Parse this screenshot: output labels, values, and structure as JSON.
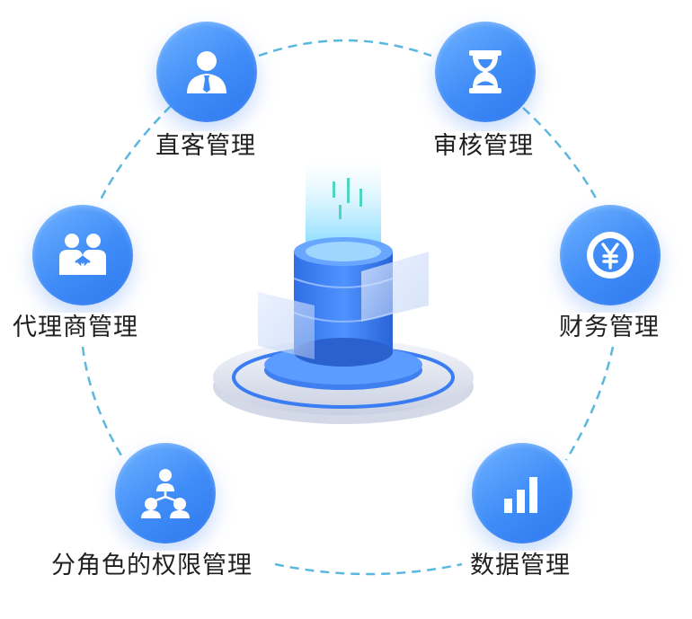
{
  "diagram": {
    "nodes": [
      {
        "id": "direct",
        "label": "直客管理",
        "icon": "user-tie-icon"
      },
      {
        "id": "audit",
        "label": "审核管理",
        "icon": "hourglass-icon"
      },
      {
        "id": "agent",
        "label": "代理商管理",
        "icon": "handshake-icon"
      },
      {
        "id": "finance",
        "label": "财务管理",
        "icon": "yen-coin-icon"
      },
      {
        "id": "perm",
        "label": "分角色的权限管理",
        "icon": "org-chart-icon"
      },
      {
        "id": "data",
        "label": "数据管理",
        "icon": "bar-chart-icon"
      }
    ],
    "center_icon": "database-server-icon",
    "colors": {
      "node_gradient_start": "#6fb2ff",
      "node_gradient_end": "#2f78ee",
      "connector": "#5ab8e0",
      "label_text": "#1f1f1f",
      "icon_fill": "#ffffff"
    }
  }
}
